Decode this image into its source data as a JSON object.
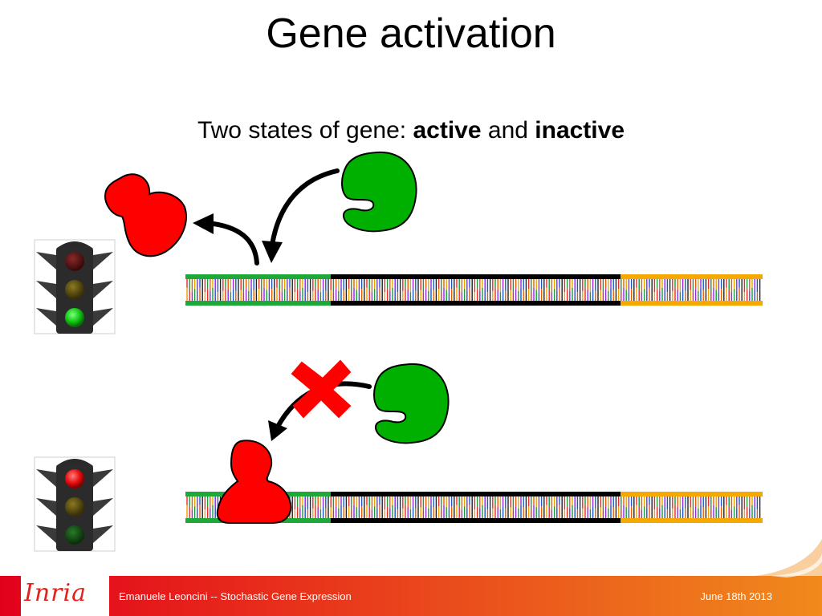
{
  "slide": {
    "title": "Gene activation",
    "subtitle_prefix": "Two states of gene: ",
    "subtitle_word1": "active",
    "subtitle_mid": " and ",
    "subtitle_word2": "inactive"
  },
  "footer": {
    "logo": "Inria",
    "author": "Emanuele Leoncini -- Stochastic Gene Expression",
    "date": "June 18th 2013"
  },
  "colors": {
    "activator": "#00b000",
    "repressor": "#ff0000",
    "promoter_strand": "#1fa83a",
    "gene_strand": "#000000",
    "terminator_strand": "#f5a800",
    "footer_start": "#e3001b",
    "footer_end": "#f08a1c"
  },
  "icons": [
    "traffic-light-green-icon",
    "traffic-light-red-icon",
    "activator-protein-icon",
    "repressor-protein-icon",
    "block-x-icon",
    "arrow-icon"
  ]
}
